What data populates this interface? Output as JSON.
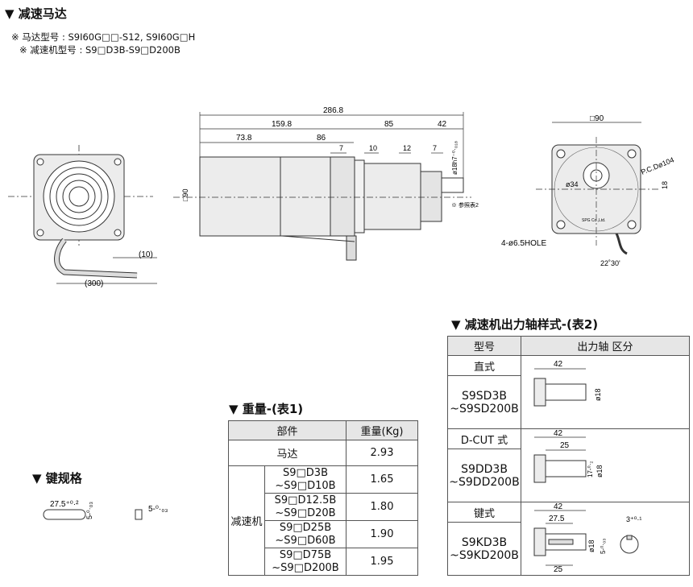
{
  "header": {
    "title": "▼ 减速马达",
    "motor_model": "※ 马达型号 : S9I60G□□-S12, S9I60G□H",
    "gearhead_model": "※ 减速机型号 : S9□D3B-S9□D200B"
  },
  "side_view": {
    "overall": "286.8",
    "d1": "159.8",
    "d2": "85",
    "d3": "42",
    "d4": "73.8",
    "d5": "86",
    "d6": "7",
    "d7": "10",
    "d8": "12",
    "d9": "7",
    "height": "□90",
    "shaft_dia": "ø18h7⁻⁰·₀₁₈",
    "note": "※ 参照表2"
  },
  "rear_view": {
    "cable_len": "(300)",
    "lead_len": "(10)"
  },
  "front_view": {
    "square": "□90",
    "pcd": "P.C.Dø104",
    "pilot": "ø34",
    "offset": "18",
    "hole": "4-ø6.5HOLE",
    "angle": "22˚30'",
    "brand": "SPG Co.,Ltd."
  },
  "key_spec": {
    "title": "▼ 键规格",
    "length": "27.5⁺⁰·²",
    "width1": "5-⁰·₀₃",
    "width2": "5-⁰·₀₃"
  },
  "weight_table": {
    "title": "▼ 重量-(表1)",
    "headers": [
      "部件",
      "重量(Kg)"
    ],
    "motor_label": "马达",
    "motor_weight": "2.93",
    "gearhead_label": "减速机",
    "rows": [
      {
        "model": "S9□D3B\n~S9□D10B",
        "weight": "1.65"
      },
      {
        "model": "S9□D12.5B\n~S9□D20B",
        "weight": "1.80"
      },
      {
        "model": "S9□D25B\n~S9□D60B",
        "weight": "1.90"
      },
      {
        "model": "S9□D75B\n~S9□D200B",
        "weight": "1.95"
      }
    ]
  },
  "shaft_table": {
    "title": "▼ 减速机出力轴样式-(表2)",
    "headers": [
      "型号",
      "出力轴 区分"
    ],
    "rows": [
      {
        "type": "直式",
        "model": "S9SD3B\n~S9SD200B",
        "dims": {
          "len": "42",
          "dia": "ø18"
        }
      },
      {
        "type": "D-CUT 式",
        "model": "S9DD3B\n~S9DD200B",
        "dims": {
          "len": "42",
          "cut": "25",
          "flat": "17-⁰·₂",
          "dia": "ø18"
        }
      },
      {
        "type": "键式",
        "model": "S9KD3B\n~S9KD200B",
        "dims": {
          "len": "42",
          "key": "27.5",
          "dia": "ø18",
          "kw": "5-⁰·₀₃",
          "kl": "25",
          "kd": "3⁺⁰·¹"
        }
      }
    ]
  }
}
